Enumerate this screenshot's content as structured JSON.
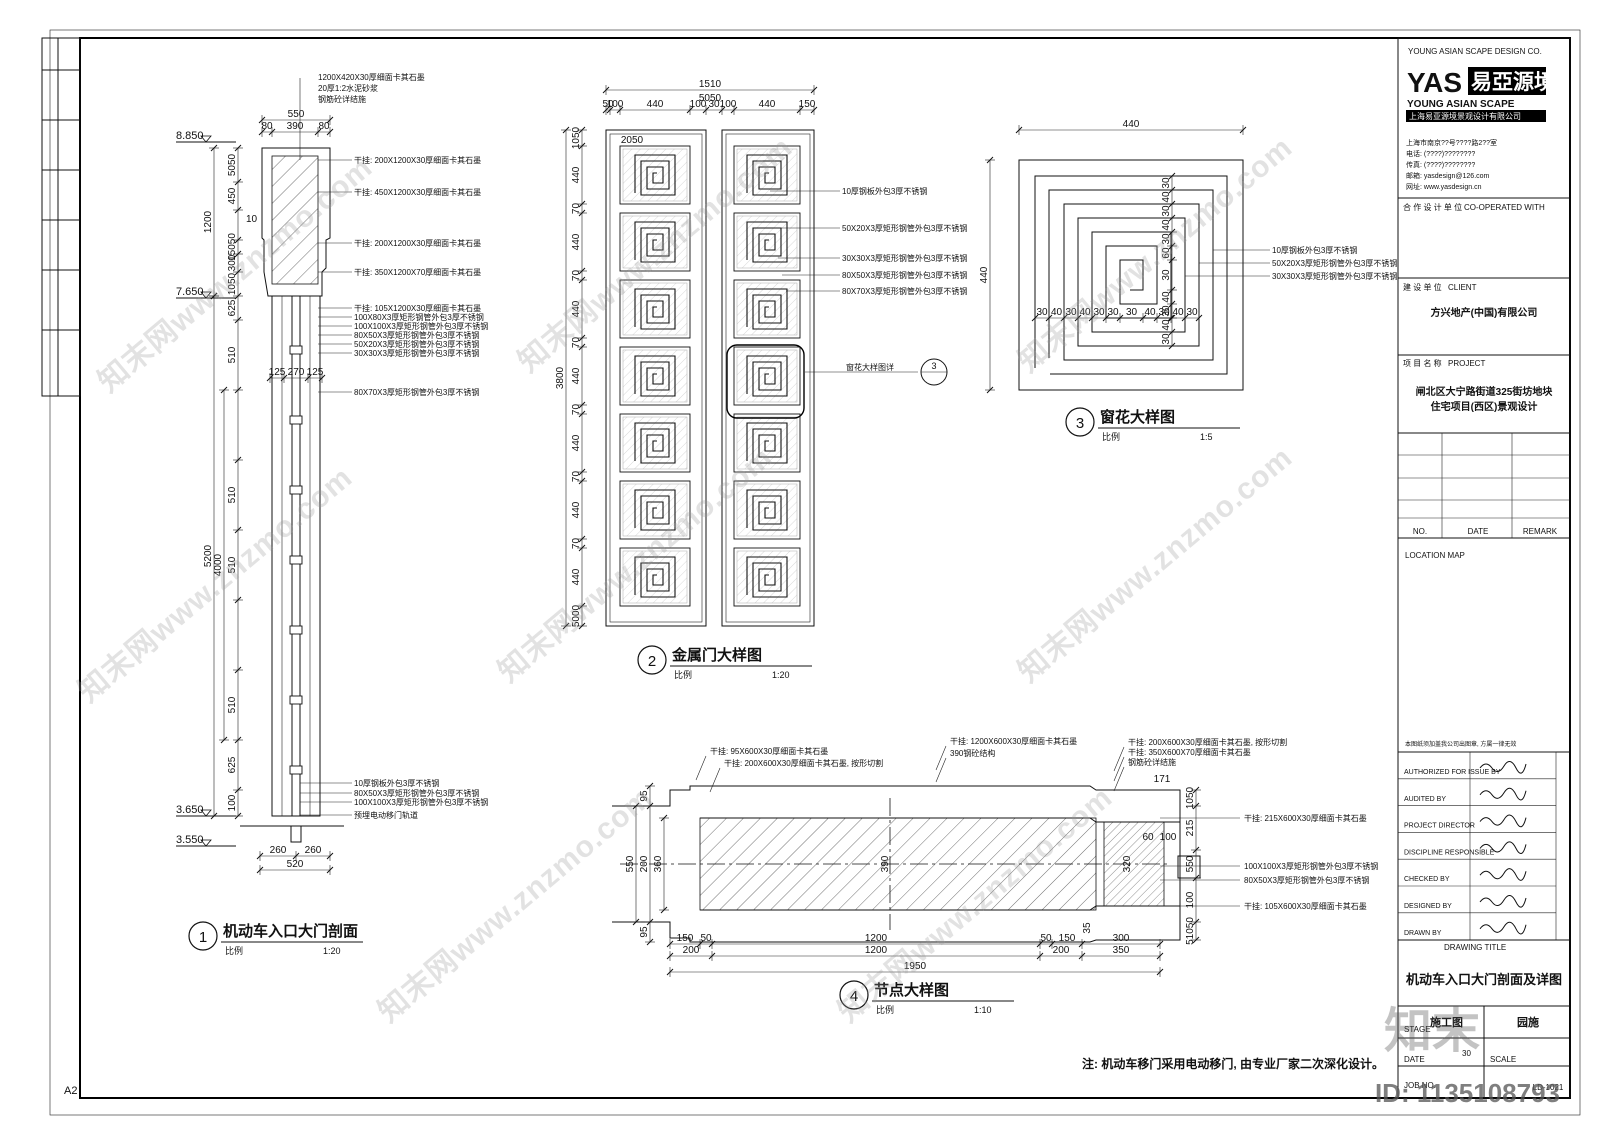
{
  "company": {
    "name_en_top": "YOUNG ASIAN SCAPE DESIGN CO.",
    "logo_latin": "YAS",
    "logo_cn": "易亞源境",
    "name_en": "YOUNG ASIAN SCAPE",
    "name_cn": "上海易亚源境景观设计有限公司",
    "contact_lines": [
      "上海市南京??号????路2??室",
      "电话: (????)????????",
      "传真: (????)????????",
      "邮箱: yasdesign@126.com",
      "网址: www.yasdesign.cn"
    ]
  },
  "title_block": {
    "co_label": "合 作 设 计 单 位",
    "co_label_en": "CO-OPERATED WITH",
    "client_label": "建 设 单 位",
    "client_label_en": "CLIENT",
    "client": "方兴地产(中国)有限公司",
    "project_label": "项 目 名 称",
    "project_label_en": "PROJECT",
    "project_line1": "闸北区大宁路街道325街坊地块",
    "project_line2": "住宅项目(西区)景观设计",
    "rev_cols": [
      "NO.",
      "DATE",
      "REMARK"
    ],
    "location_label": "LOCATION MAP",
    "stamp_note": "本图纸须加盖我公司出图章, 方属一律无效",
    "roles": [
      {
        "en": "AUTHORIZED FOR ISSUE BY"
      },
      {
        "en": "AUDITED BY"
      },
      {
        "en": "PROJECT DIRECTOR"
      },
      {
        "en": "DISCIPLINE RESPONSIBLE"
      },
      {
        "en": "CHECKED BY"
      },
      {
        "en": "DESIGNED BY"
      },
      {
        "en": "DRAWN BY"
      }
    ],
    "drawing_title_label": "DRAWING TITLE",
    "drawing_title": "机动车入口大门剖面及详图",
    "stage": "STAGE",
    "stage_val": "施工图",
    "stage_type": "园施",
    "date_label": "DATE",
    "date_val": "30",
    "scale_label": "SCALE",
    "job_label": "JOB NO.",
    "sheet_no": "LD-1021"
  },
  "sheet": {
    "size": "A2",
    "bottom_note": "注: 机动车移门采用电动移门, 由专业厂家二次深化设计。"
  },
  "views": [
    {
      "num": "1",
      "title": "机动车入口大门剖面",
      "scale_label": "比例",
      "scale": "1:20"
    },
    {
      "num": "2",
      "title": "金属门大样图",
      "scale_label": "比例",
      "scale": "1:20"
    },
    {
      "num": "3",
      "title": "窗花大样图",
      "scale_label": "比例",
      "scale": "1:5"
    },
    {
      "num": "4",
      "title": "节点大样图",
      "scale_label": "比例",
      "scale": "1:10"
    }
  ],
  "section1": {
    "levels": [
      "8.850",
      "7.650",
      "3.650",
      "3.550"
    ],
    "top_notes": [
      "1200X420X30厚细面卡其石墨",
      "20厚1:2水泥砂浆",
      "钢筋砼详结施"
    ],
    "side_notes": [
      "干挂: 200X1200X30厚细面卡其石墨",
      "干挂: 450X1200X30厚细面卡其石墨",
      "干挂: 200X1200X30厚细面卡其石墨",
      "干挂: 350X1200X70厚细面卡其石墨",
      "干挂: 105X1200X30厚细面卡其石墨",
      "100X80X3厚矩形钢管外包3厚不锈钢",
      "100X100X3厚矩形钢管外包3厚不锈钢",
      "80X50X3厚矩形钢管外包3厚不锈钢",
      "50X20X3厚矩形钢管外包3厚不锈钢",
      "30X30X3厚矩形钢管外包3厚不锈钢",
      "80X70X3厚矩形钢管外包3厚不锈钢"
    ],
    "bottom_notes": [
      "10厚钢板外包3厚不锈钢",
      "80X50X3厚矩形钢管外包3厚不锈钢",
      "100X100X3厚矩形钢管外包3厚不锈钢",
      "预埋电动移门轨道"
    ],
    "dims_top": [
      "550",
      "80",
      "390",
      "80"
    ],
    "dims_mid": [
      "125",
      "270",
      "125"
    ],
    "dims_bottom": [
      "260",
      "260",
      "520"
    ],
    "dims_v": [
      "5050",
      "450",
      "1200",
      "15050",
      "300",
      "1050",
      "625",
      "510",
      "5200",
      "510",
      "4000",
      "510",
      "510",
      "625",
      "100"
    ],
    "small": "10"
  },
  "door": {
    "width": "1510",
    "dims_top": [
      "50",
      "100",
      "440",
      "100",
      "30",
      "100",
      "440",
      "150"
    ],
    "sub": "5050",
    "sub2": "2050",
    "height": "3800",
    "dims_v": [
      "1050",
      "440",
      "70",
      "440",
      "70",
      "440",
      "70",
      "440",
      "70",
      "440",
      "70",
      "440",
      "70",
      "440",
      "5000"
    ],
    "notes": [
      "10厚钢板外包3厚不锈钢",
      "50X20X3厚矩形钢管外包3厚不锈钢",
      "30X30X3厚矩形钢管外包3厚不锈钢",
      "80X50X3厚矩形钢管外包3厚不锈钢",
      "80X70X3厚矩形钢管外包3厚不锈钢"
    ],
    "callout": "窗花大样图详",
    "callout_num": "3",
    "panels_per_leaf": 7
  },
  "pattern": {
    "width": "440",
    "height": "440",
    "dims_row": [
      "30",
      "40",
      "30",
      "40",
      "30",
      "30",
      "30",
      "40",
      "30",
      "40",
      "30"
    ],
    "dims_col": [
      "30",
      "40",
      "30",
      "40",
      "30",
      "60",
      "30",
      "40",
      "30",
      "40",
      "30"
    ],
    "notes": [
      "10厚钢板外包3厚不锈钢",
      "50X20X3厚矩形钢管外包3厚不锈钢",
      "30X30X3厚矩形钢管外包3厚不锈钢"
    ]
  },
  "node": {
    "notes_top": [
      "干挂: 95X600X30厚细面卡其石墨",
      "干挂: 200X600X30厚细面卡其石墨, 按形切割",
      "干挂: 1200X600X30厚细面卡其石墨",
      "390钢砼结构",
      "干挂: 200X600X30厚细面卡其石墨, 按形切割",
      "干挂: 350X600X70厚细面卡其石墨",
      "钢筋砼详结施"
    ],
    "notes_right": [
      "干挂: 215X600X30厚细面卡其石墨",
      "100X100X3厚矩形钢管外包3厚不锈钢",
      "80X50X3厚矩形钢管外包3厚不锈钢",
      "干挂: 105X600X30厚细面卡其石墨"
    ],
    "dims_left": [
      "95",
      "550",
      "360",
      "200",
      "95"
    ],
    "dims_right": [
      "1050",
      "215",
      "550",
      "100",
      "51050"
    ],
    "dims_inner": [
      "390",
      "320",
      "60",
      "100",
      "35",
      "171"
    ],
    "dims_b1": [
      "150",
      "50",
      "1200",
      "50",
      "150",
      "300"
    ],
    "dims_b2": [
      "200",
      "1200",
      "200",
      "350"
    ],
    "total": "1950"
  },
  "watermark": {
    "site": "知末网www.znzmo.com",
    "logo": "知末",
    "id": "ID: 1135108793"
  }
}
